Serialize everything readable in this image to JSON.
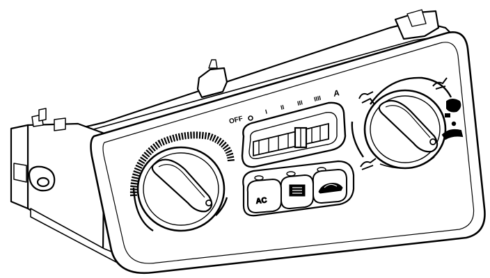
{
  "panel": {
    "fan_scale": {
      "labels": [
        "OFF",
        "I",
        "II",
        "III",
        "IIII"
      ],
      "auto_symbol": "A"
    },
    "buttons": {
      "ac_label": "AC"
    },
    "icons": {
      "rear_defrost": "rear-defrost-icon",
      "recirculation": "recirculation-icon",
      "windshield_defrost": "windshield-defrost-icon",
      "vent_face": "vent-face-icon",
      "vent_feet": "vent-feet-icon"
    }
  }
}
